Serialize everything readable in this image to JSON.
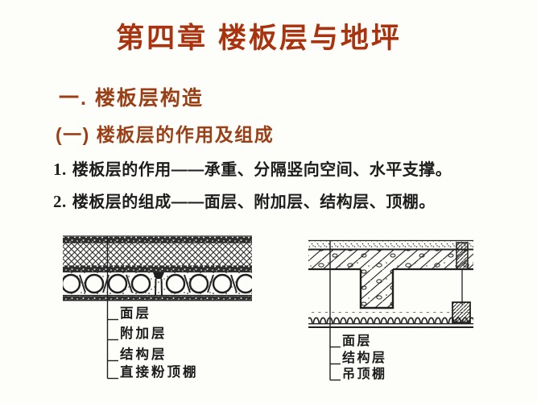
{
  "title": {
    "text": "第四章 楼板层与地坪"
  },
  "sections": {
    "heading1": "一. 楼板层构造",
    "heading2": "(一) 楼板层的作用及组成",
    "items": [
      {
        "num": "1.",
        "text": "楼板层的作用——承重、分隔竖向空间、水平支撑。"
      },
      {
        "num": "2.",
        "text": "楼板层的组成——面层、附加层、结构层、顶棚。"
      }
    ]
  },
  "figures": {
    "left": {
      "description": "hollow-core-slab-floor-section",
      "labels": [
        "面层",
        "附加层",
        "结构层",
        "直接粉顶棚"
      ]
    },
    "right": {
      "description": "t-beam-floor-with-suspended-ceiling-section",
      "labels": [
        "面层",
        "结构层",
        "吊顶棚"
      ]
    }
  },
  "colors": {
    "title": "#a8330e",
    "heading": "#9a3f16",
    "body_text": "#1d1d1d",
    "diagram_ink": "#222222",
    "background": "#fdfdfa"
  }
}
